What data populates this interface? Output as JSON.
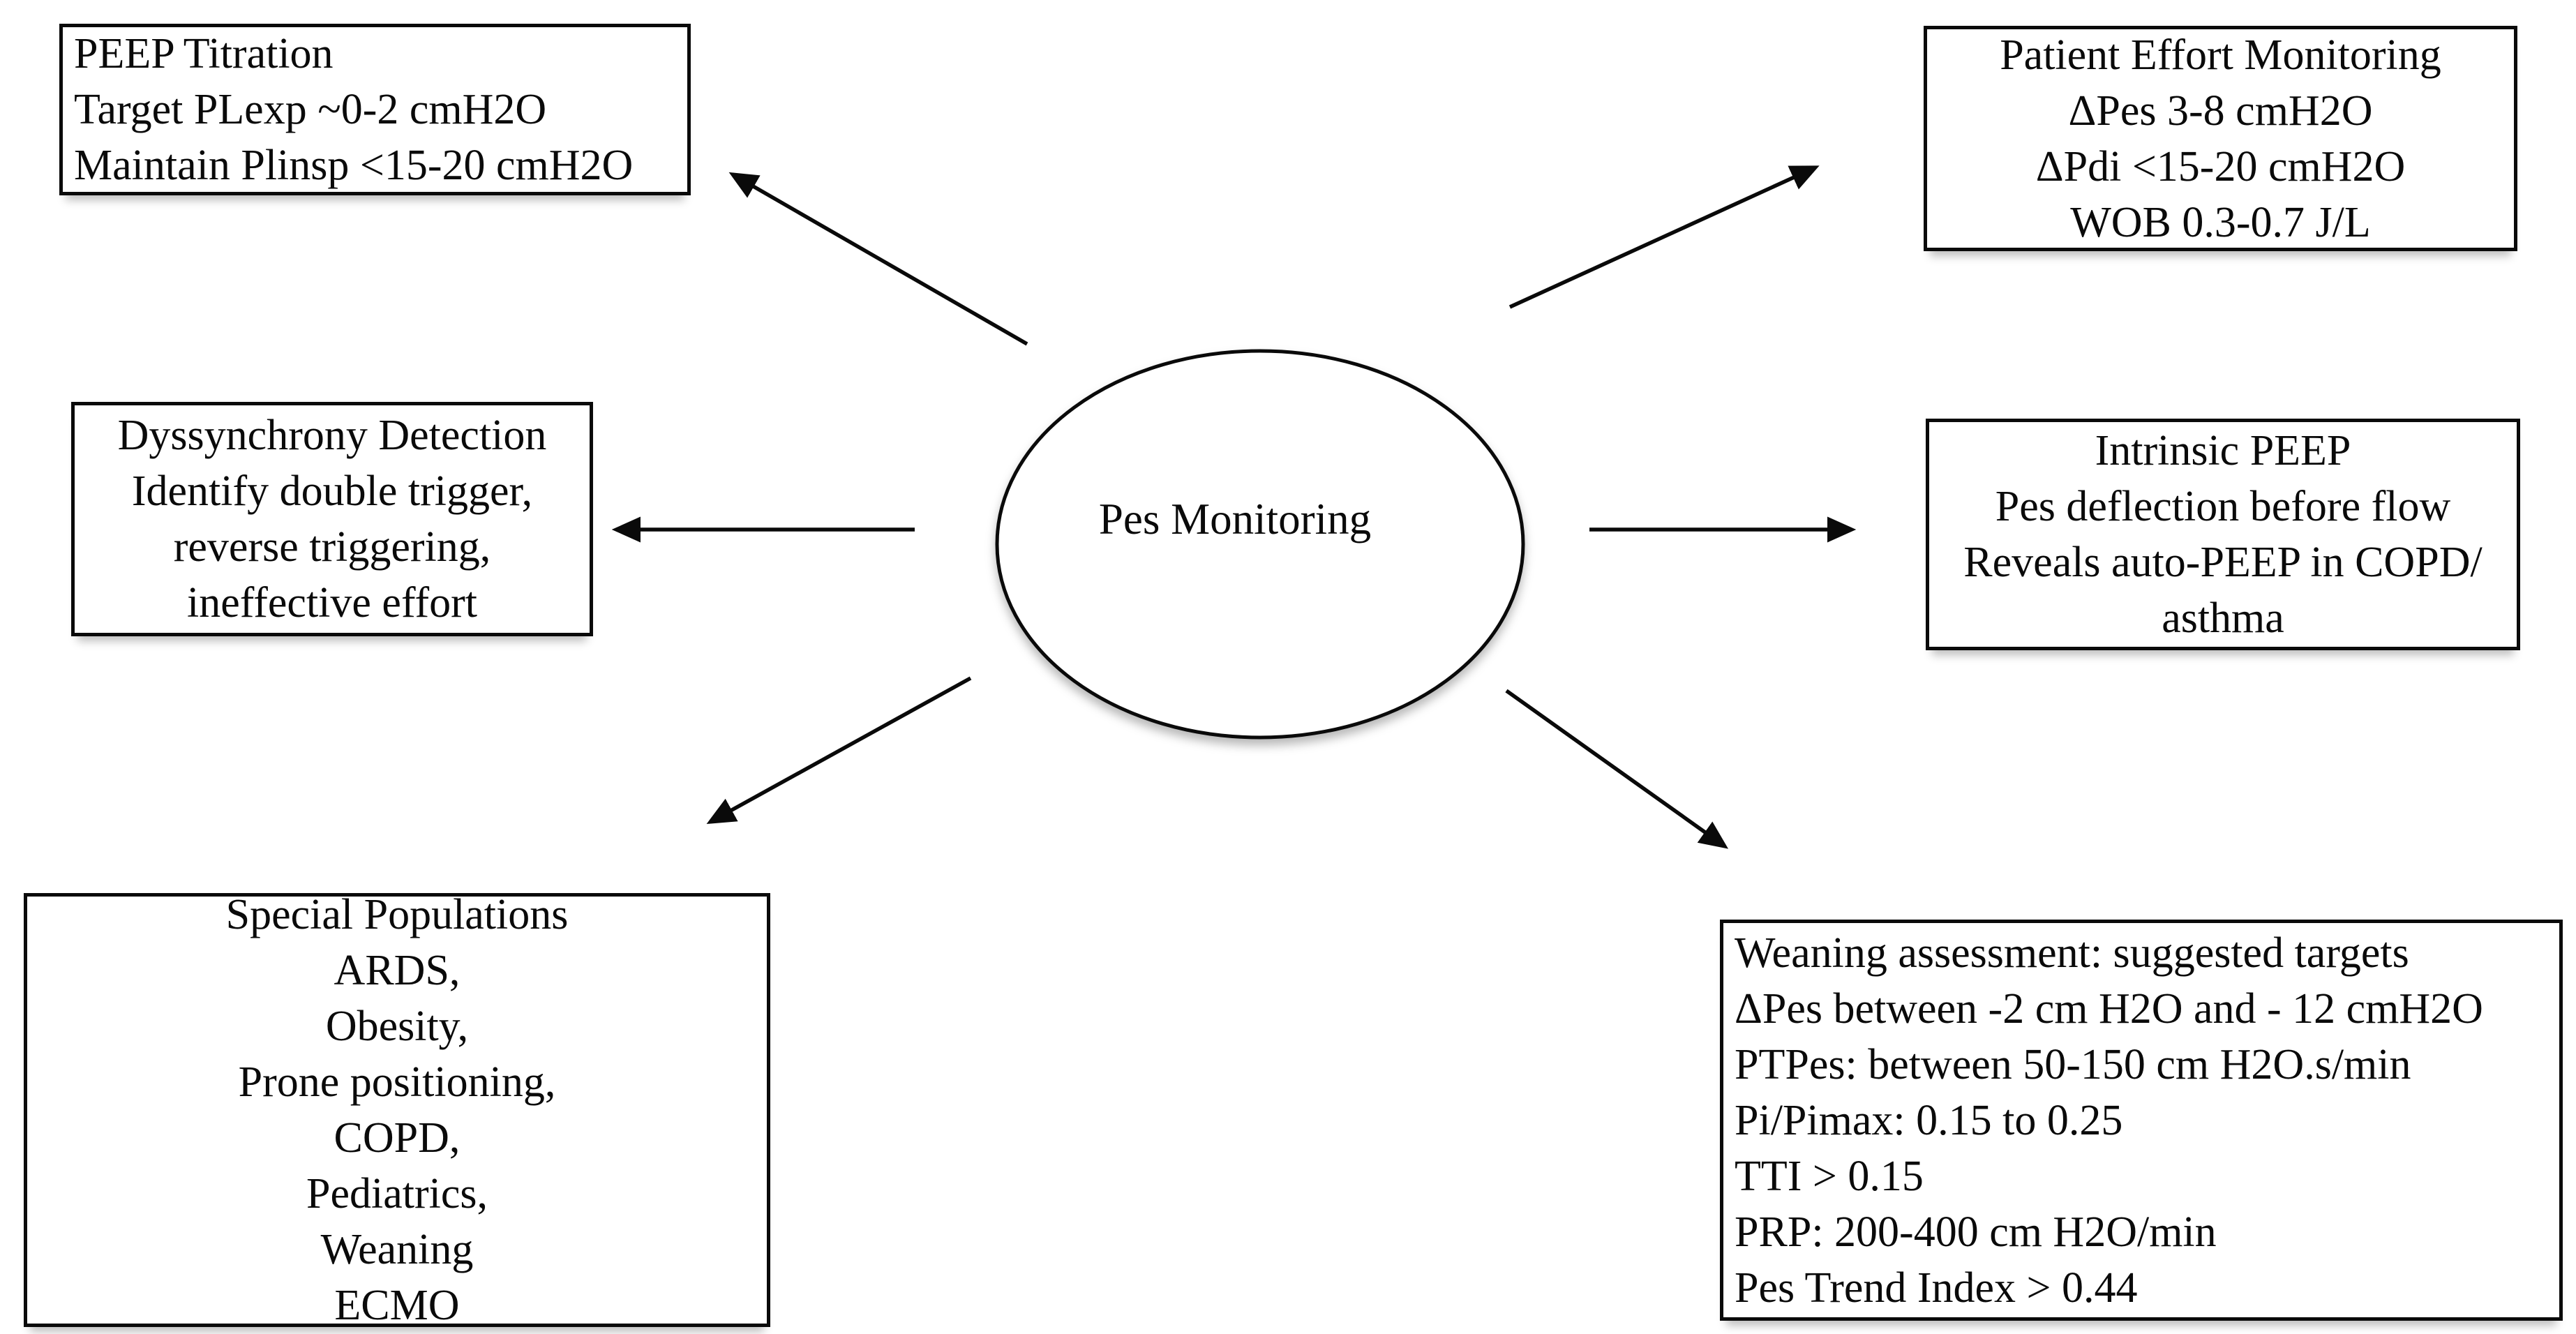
{
  "colors": {
    "ink": "#0a0a0a",
    "paper": "#ffffff"
  },
  "center": {
    "label": "Pes Monitoring"
  },
  "boxes": {
    "peep_titration": {
      "lines": [
        "PEEP Titration",
        "Target PLexp ~0-2 cmH2O",
        "Maintain Plinsp <15-20 cmH2O"
      ]
    },
    "patient_effort": {
      "lines": [
        "Patient Effort Monitoring",
        "ΔPes 3-8 cmH2O",
        "ΔPdi <15-20 cmH2O",
        "WOB 0.3-0.7 J/L"
      ]
    },
    "dyssynchrony": {
      "lines": [
        "Dyssynchrony Detection",
        "Identify double trigger,",
        "reverse triggering,",
        "ineffective effort"
      ]
    },
    "intrinsic_peep": {
      "lines": [
        "Intrinsic PEEP",
        "Pes deflection before flow",
        "Reveals auto-PEEP in COPD/",
        "asthma"
      ]
    },
    "special_populations": {
      "lines": [
        "Special Populations",
        "ARDS,",
        "Obesity,",
        "Prone positioning,",
        "COPD,",
        "Pediatrics,",
        "Weaning",
        "ECMO"
      ]
    },
    "weaning_assessment": {
      "lines": [
        "Weaning assessment: suggested targets",
        "ΔPes between -2 cm H2O and - 12 cmH2O",
        "PTPes: between 50-150 cm H2O.s/min",
        "Pi/Pimax: 0.15 to 0.25",
        "TTI > 0.15",
        "PRP: 200-400 cm H2O/min",
        "Pes Trend Index > 0.44"
      ]
    }
  }
}
